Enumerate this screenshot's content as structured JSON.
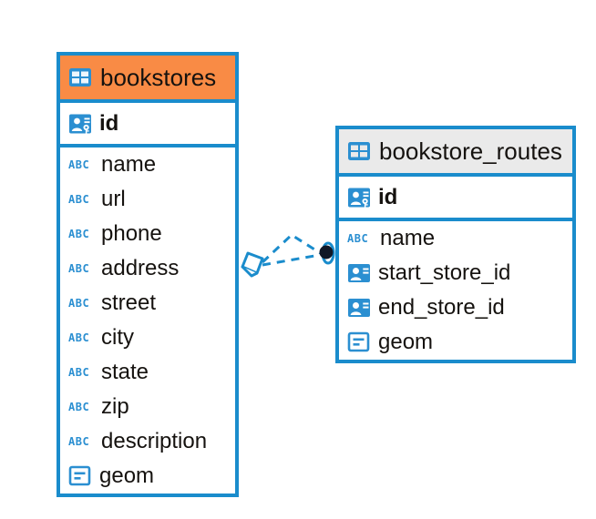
{
  "diagram": {
    "type": "entity-relationship-diagram",
    "background_color": "#ffffff",
    "accent_color": "#1a8ccc",
    "header_accent_color": "#f98b45",
    "header_neutral_color": "#eaeaea",
    "text_color": "#15120f",
    "icon_color": "#2b8fd1"
  },
  "entities": [
    {
      "id": "bookstores",
      "name": "bookstores",
      "header_style": "accent-orange",
      "header_icon": "table-icon",
      "primary_keys": [
        {
          "name": "id",
          "icon": "primary-key-icon",
          "type": "pk"
        }
      ],
      "fields": [
        {
          "name": "name",
          "icon": "abc-text-icon",
          "type": "text"
        },
        {
          "name": "url",
          "icon": "abc-text-icon",
          "type": "text"
        },
        {
          "name": "phone",
          "icon": "abc-text-icon",
          "type": "text"
        },
        {
          "name": "address",
          "icon": "abc-text-icon",
          "type": "text"
        },
        {
          "name": "street",
          "icon": "abc-text-icon",
          "type": "text"
        },
        {
          "name": "city",
          "icon": "abc-text-icon",
          "type": "text"
        },
        {
          "name": "state",
          "icon": "abc-text-icon",
          "type": "text"
        },
        {
          "name": "zip",
          "icon": "abc-text-icon",
          "type": "text"
        },
        {
          "name": "description",
          "icon": "abc-text-icon",
          "type": "text"
        },
        {
          "name": "geom",
          "icon": "geometry-icon",
          "type": "geometry"
        }
      ]
    },
    {
      "id": "bookstore_routes",
      "name": "bookstore_routes",
      "header_style": "accent-gray",
      "header_icon": "table-icon",
      "primary_keys": [
        {
          "name": "id",
          "icon": "primary-key-icon",
          "type": "pk"
        }
      ],
      "fields": [
        {
          "name": "name",
          "icon": "abc-text-icon",
          "type": "text"
        },
        {
          "name": "start_store_id",
          "icon": "foreign-key-icon",
          "type": "fk"
        },
        {
          "name": "end_store_id",
          "icon": "foreign-key-icon",
          "type": "fk"
        },
        {
          "name": "geom",
          "icon": "geometry-icon",
          "type": "geometry"
        }
      ]
    }
  ],
  "relationship": {
    "from_entity": "bookstores",
    "to_entity": "bookstore_routes",
    "line_style": "dashed",
    "line_color": "#1a8ccc",
    "source_marker": "diamond-marker",
    "target_marker": "filled-circle-marker",
    "cardinality": "one-to-many"
  }
}
